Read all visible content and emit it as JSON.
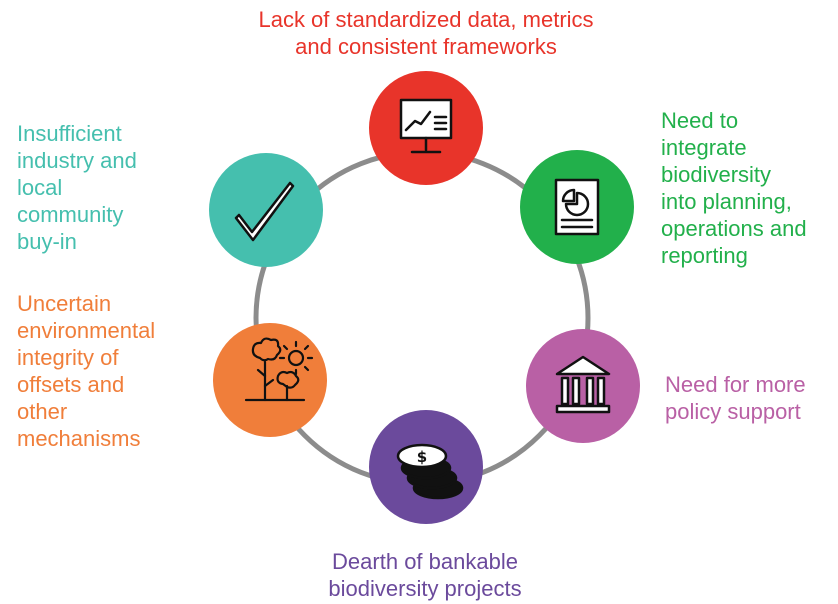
{
  "colors": {
    "ring": "#8c8c8c",
    "red": "#e8342a",
    "green": "#22b04b",
    "magenta": "#b960a5",
    "purple": "#6b4a9c",
    "orange": "#f07e3a",
    "teal": "#45bfae"
  },
  "nodes": [
    {
      "id": "top",
      "icon": "presentation-chart-icon",
      "color": "red",
      "label": "Lack of standardized data, metrics\nand consistent frameworks"
    },
    {
      "id": "upper-right",
      "icon": "pie-report-icon",
      "color": "green",
      "label": "Need to\nintegrate\nbiodiversity\ninto planning,\noperations and\nreporting"
    },
    {
      "id": "lower-right",
      "icon": "bank-building-icon",
      "color": "magenta",
      "label": "Need for more\npolicy support"
    },
    {
      "id": "bottom",
      "icon": "coin-stack-icon",
      "color": "purple",
      "label": "Dearth of bankable\nbiodiversity projects"
    },
    {
      "id": "lower-left",
      "icon": "trees-sun-icon",
      "color": "orange",
      "label": "Uncertain\nenvironmental\nintegrity of\noffsets and\nother\nmechanisms"
    },
    {
      "id": "upper-left",
      "icon": "checkmark-icon",
      "color": "teal",
      "label": "Insufficient\nindustry and\nlocal\ncommunity\nbuy-in"
    }
  ]
}
